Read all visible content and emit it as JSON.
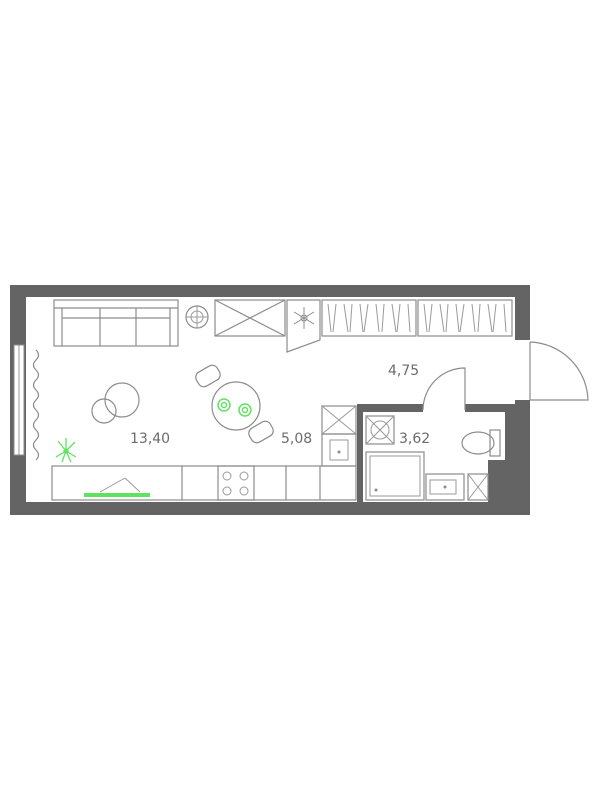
{
  "plan": {
    "areas": {
      "living": "13,40",
      "kitchen": "5,08",
      "hall": "4,75",
      "bathroom": "3,62"
    }
  },
  "colors": {
    "wall": "#646464",
    "furniture_stroke": "#8c8c8c",
    "accent": "#5fe35f"
  }
}
